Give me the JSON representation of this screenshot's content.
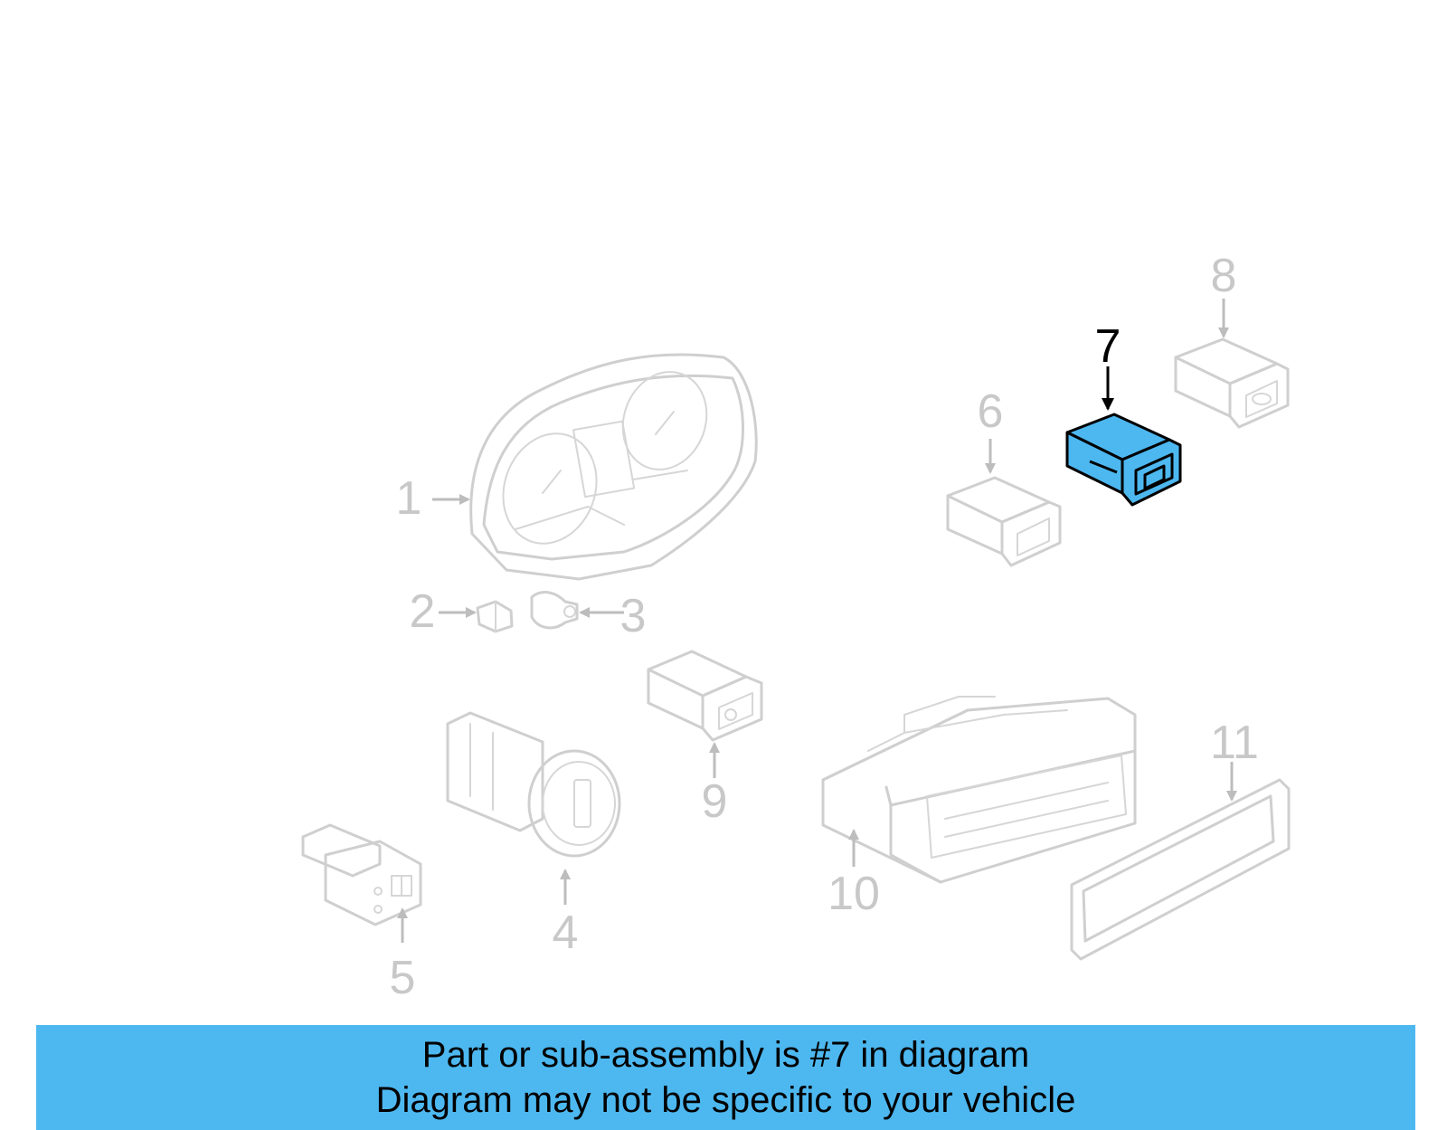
{
  "callouts": [
    "1",
    "2",
    "3",
    "4",
    "5",
    "6",
    "7",
    "8",
    "9",
    "10",
    "11"
  ],
  "highlighted_callout": "7",
  "banner": {
    "line1": "Part or sub-assembly is #7 in diagram",
    "line2": "Diagram may not be specific to your vehicle"
  },
  "colors": {
    "highlight": "#4db8f0",
    "ghost_line": "#cfcfcf",
    "banner_bg": "#4db8f0"
  }
}
